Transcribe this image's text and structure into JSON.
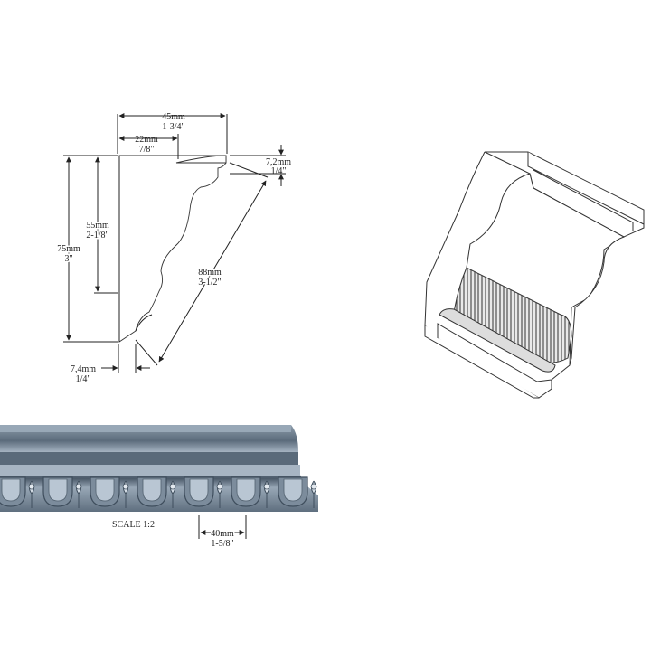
{
  "profile_dimensions": {
    "width_top": {
      "metric": "45mm",
      "imperial": "1-3/4\""
    },
    "width_inner": {
      "metric": "22mm",
      "imperial": "7/8\""
    },
    "top_lip": {
      "metric": "7,2mm",
      "imperial": "1/4\""
    },
    "height_inner": {
      "metric": "55mm",
      "imperial": "2-1/8\""
    },
    "height_total": {
      "metric": "75mm",
      "imperial": "3\""
    },
    "diagonal": {
      "metric": "88mm",
      "imperial": "3-1/2\""
    },
    "bottom_lip": {
      "metric": "7,4mm",
      "imperial": "1/4\""
    }
  },
  "front_view": {
    "scale_label": "SCALE  1:2",
    "repeat": {
      "metric": "40mm",
      "imperial": "1-5/8\""
    }
  },
  "colors": {
    "molding_dark": "#4a5a6a",
    "molding_mid": "#7d8d9d",
    "molding_light": "#aebccb",
    "line": "#222222"
  }
}
